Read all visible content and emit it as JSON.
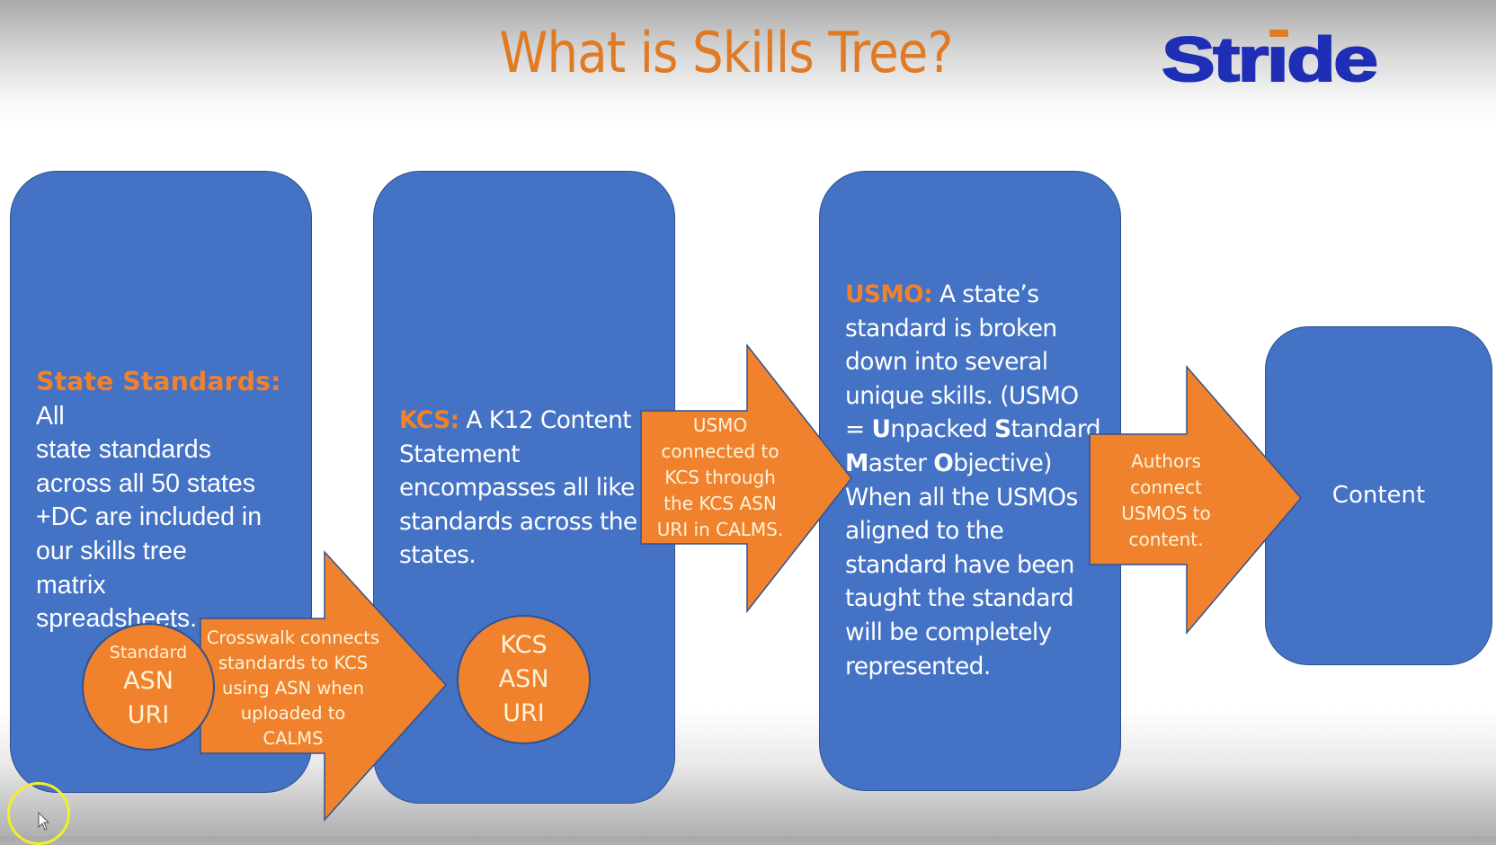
{
  "slide": {
    "title": "What is Skills Tree?",
    "logo": {
      "text_before": "Str",
      "text_i": "ı",
      "text_after": "de",
      "full": "Stride",
      "color": "#1f2fb5",
      "accent": "#e07a24"
    },
    "colors": {
      "box_blue": "#4472c4",
      "orange": "#f0822d",
      "title_orange": "#e07a24"
    }
  },
  "boxes": [
    {
      "id": "state-standards",
      "label": "State Standards:",
      "lines": [
        "All",
        "state standards",
        "across all 50 states",
        "+DC are included in",
        "our skills tree",
        "matrix",
        "spreadsheets."
      ]
    },
    {
      "id": "kcs",
      "label": "KCS:",
      "lines": [
        "A K12 Content",
        "Statement",
        "encompasses all like",
        "standards across the",
        "states."
      ]
    },
    {
      "id": "usmo",
      "label": "USMO:",
      "lines": [
        "A state’s",
        "standard is broken",
        "down into several",
        "unique skills. (USMO",
        "= ",
        "U",
        "npacked ",
        "S",
        "tandard",
        "M",
        "aster ",
        "O",
        "bjective)",
        "When all the USMOs",
        "aligned to the",
        "standard have been",
        "taught the standard",
        "will be completely",
        "represented."
      ]
    },
    {
      "id": "content",
      "label": "Content"
    }
  ],
  "circles": [
    {
      "id": "standard-asn-uri",
      "lines": [
        "Standard",
        "ASN",
        "URI"
      ]
    },
    {
      "id": "kcs-asn-uri",
      "lines": [
        "KCS",
        "ASN",
        "URI"
      ]
    }
  ],
  "arrows": [
    {
      "id": "crosswalk",
      "lines": [
        "Crosswalk connects",
        "standards to KCS",
        "using ASN when",
        "uploaded to",
        "CALMS"
      ]
    },
    {
      "id": "usmo-connected",
      "lines": [
        "USMO",
        "connected to",
        "KCS through",
        "the KCS ASN",
        "URI in CALMS."
      ]
    },
    {
      "id": "authors-connect",
      "lines": [
        "Authors",
        "connect",
        "USMOS to",
        "content."
      ]
    }
  ]
}
